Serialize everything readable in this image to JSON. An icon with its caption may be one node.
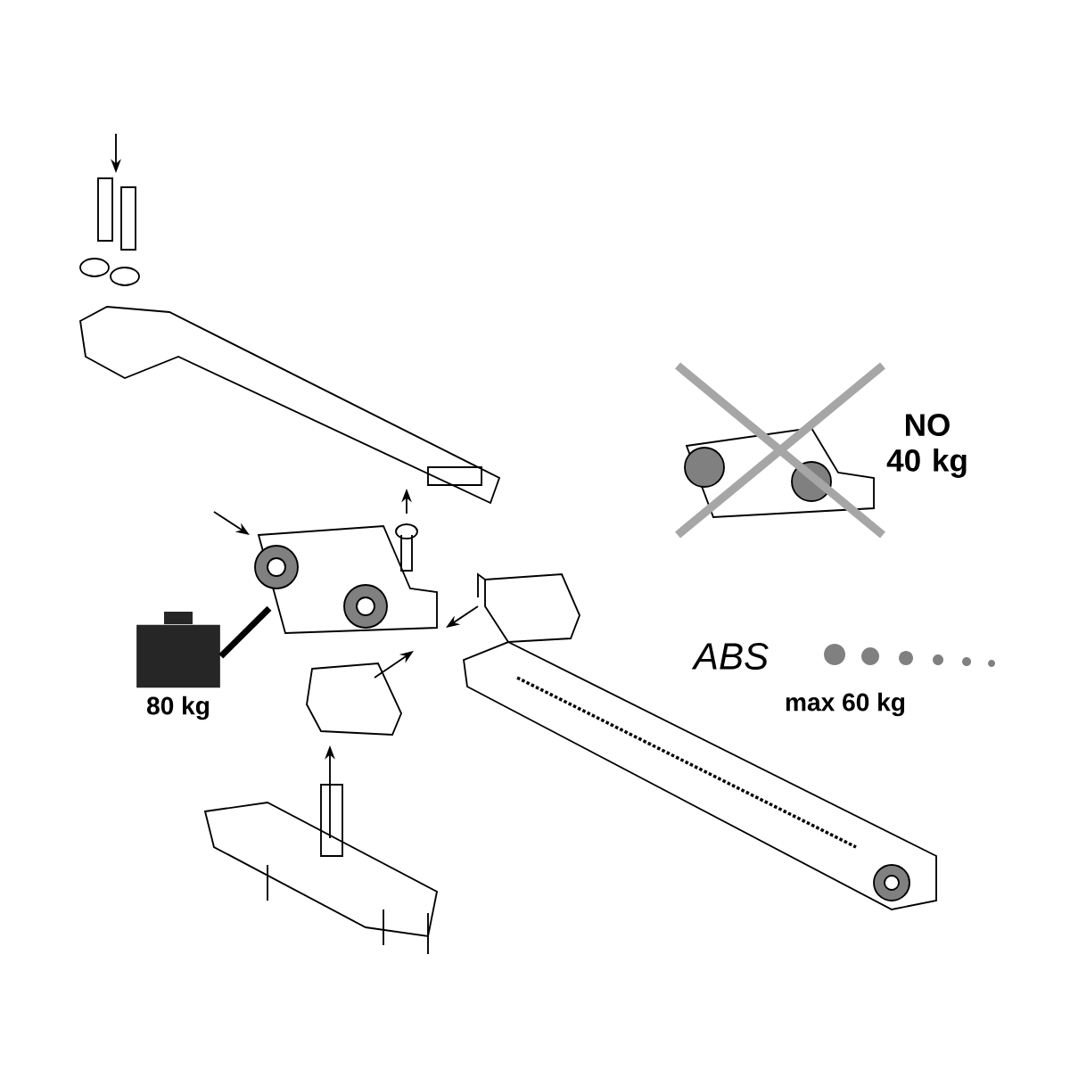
{
  "diagram": {
    "nodes": [
      {
        "text": [
          "80 kg"
        ]
      },
      {
        "text": [],
        "shape": "picture"
      }
    ],
    "edges": [
      {
        "from": 0,
        "to": 1,
        "arrow": "none"
      }
    ],
    "labels": [
      "NO 40 kg",
      "ABS",
      "max 60 kg"
    ]
  }
}
